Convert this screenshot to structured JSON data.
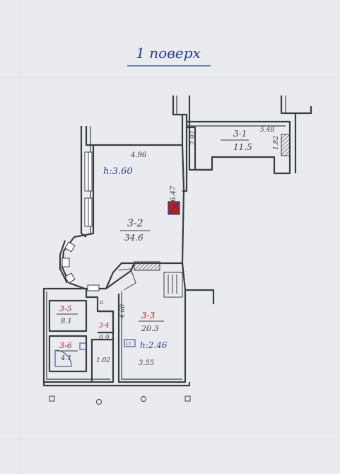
{
  "title": "1 поверх",
  "rooms": [
    {
      "id": "3-1",
      "area": "11.5",
      "dims": [
        "5.48",
        "2.92",
        "1.82"
      ]
    },
    {
      "id": "3-2",
      "area": "34.6",
      "height": "h:3.60",
      "dims": [
        "4.96",
        "6.47"
      ]
    },
    {
      "id": "3-3",
      "area": "20.3",
      "height": "h:2.46",
      "dims": [
        "4.60",
        "3.55"
      ]
    },
    {
      "id": "3-4",
      "area": "",
      "dims": [
        "0.9",
        "1.02"
      ]
    },
    {
      "id": "3-5",
      "area": "8.1"
    },
    {
      "id": "3-6",
      "area": "4.1"
    }
  ],
  "legend_tag": "Ст",
  "colors": {
    "ink": "#3a3d44",
    "blue_ink": "#2c3f8f",
    "red_ink": "#b32020",
    "paper": "#e9ebee",
    "grid": "#cdd6e6"
  }
}
